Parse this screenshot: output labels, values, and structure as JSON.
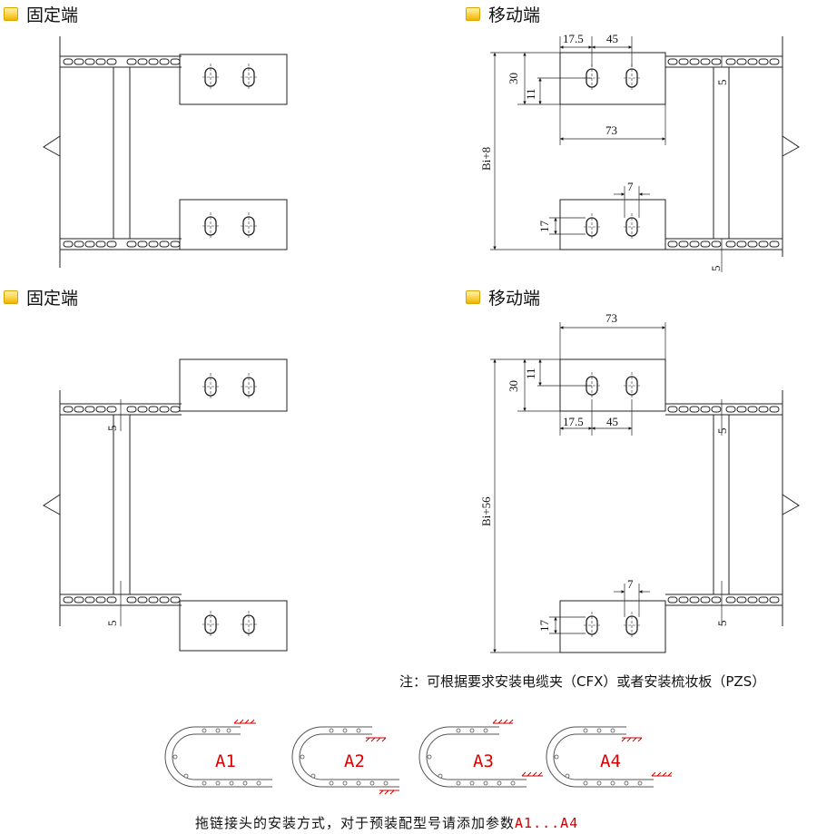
{
  "panels": [
    {
      "title": "固定端"
    },
    {
      "title": "移动端"
    },
    {
      "title": "固定端"
    },
    {
      "title": "移动端"
    }
  ],
  "dimensions": {
    "top_right": {
      "a": "17.5",
      "b": "45",
      "c": "30",
      "d": "11",
      "e": "73",
      "f": "Bi+8",
      "g": "7",
      "h": "17",
      "i": "5",
      "j": "5"
    },
    "bottom_left": {
      "a": "5",
      "b": "5"
    },
    "bottom_right": {
      "a": "73",
      "b": "11",
      "c": "30",
      "d": "17.5",
      "e": "45",
      "f": "Bi+56",
      "g": "7",
      "h": "17",
      "i": "5",
      "j": "5"
    }
  },
  "note": "注：可根据要求安装电缆夹（CFX）或者安装梳妆板（PZS）",
  "install_labels": [
    "A1",
    "A2",
    "A3",
    "A4"
  ],
  "caption": {
    "text": "拖链接头的安装方式，对于预装配型号请添加参数",
    "params": "A1...A4"
  }
}
